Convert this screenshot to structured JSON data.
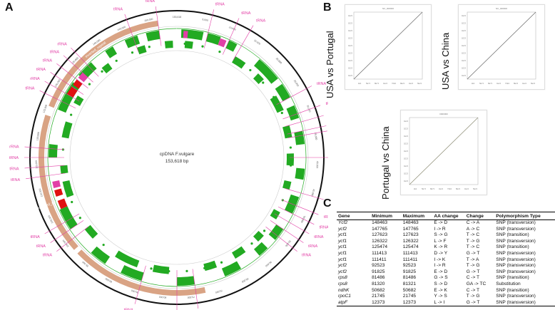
{
  "panels": {
    "a": "A",
    "b": "B",
    "c": "C"
  },
  "genome_map": {
    "title": "cpDNA F.vulgare",
    "size_label": "153,618 bp",
    "repeat_labels": [
      "inverted_repeat",
      "inverted_repeat"
    ],
    "trna_label": "tRNA",
    "rrna_label": "rRNA",
    "scale_ticks": [
      "5,000",
      "10,000",
      "15,000",
      "20,000",
      "25,000",
      "30,000",
      "35,000",
      "40,000",
      "45,000",
      "50,000",
      "55,000",
      "60,000",
      "65,000",
      "70,000",
      "75,000",
      "80,000",
      "85,000",
      "90,000",
      "95,000",
      "100,000",
      "105,000",
      "110,000",
      "115,000",
      "120,000",
      "125,000",
      "130,000",
      "135,000",
      "140,000",
      "145,000",
      "150,000",
      "153,618"
    ],
    "colors": {
      "gene": "#22aa22",
      "trna": "#e23fa6",
      "rrna": "#e01010",
      "repeat": "#d9a384",
      "ring": "#111111"
    }
  },
  "dotplots": [
    {
      "label": "USA vs Portugal",
      "xticks": [
        "1E4",
        "5E74",
        "8E73",
        "1E24",
        "70E3",
        "8E23",
        "1E24",
        "5E23"
      ],
      "yticks": [
        "1E23",
        "1E23",
        "1E23",
        "1E23",
        "1E23",
        "1E23",
        "1E23",
        "1E23",
        "1E23"
      ],
      "header": "NC_000000"
    },
    {
      "label": "USA vs China",
      "xticks": [
        "1E4",
        "5E74",
        "8E73",
        "1E24",
        "70E3",
        "8E23",
        "1E24",
        "5E23"
      ],
      "yticks": [
        "1E23",
        "1E23",
        "1E23",
        "1E23",
        "1E23",
        "1E23",
        "1E23",
        "1E23",
        "1E23"
      ],
      "header": "NC_000000"
    },
    {
      "label": "Portugal vs China",
      "xticks": [
        "1E4",
        "5E74",
        "8E73",
        "1E24",
        "70E3",
        "8E23",
        "1E24",
        "5E23"
      ],
      "yticks": [
        "1E23",
        "1E23",
        "1E23",
        "1E23",
        "1E23",
        "1E23",
        "1E23",
        "1E23",
        "1E23"
      ],
      "header": "0000000"
    }
  ],
  "snp_table": {
    "headers": [
      "Gene",
      "Minimum",
      "Maximum",
      "AA change",
      "Change",
      "Polymorphism Type"
    ],
    "rows": [
      [
        "Ycf2",
        "148463",
        "148463",
        "E -> D",
        "C -> A",
        "SNP (transversion)"
      ],
      [
        "ycf2",
        "147765",
        "147765",
        "I -> R",
        "A -> C",
        "SNP (transversion)"
      ],
      [
        "ycf1",
        "127623",
        "127623",
        "S -> G",
        "T -> C",
        "SNP (transition)"
      ],
      [
        "ycf1",
        "126322",
        "126322",
        "L -> F",
        "T -> G",
        "SNP (transversion)"
      ],
      [
        "ycf1",
        "125474",
        "125474",
        "K -> R",
        "T -> C",
        "SNP (transition)"
      ],
      [
        "ycf1",
        "111413",
        "111413",
        "D -> Y",
        "G -> T",
        "SNP (transversion)"
      ],
      [
        "ycf1",
        "111411",
        "111411",
        "I -> K",
        "T -> A",
        "SNP (transversion)"
      ],
      [
        "ycf2",
        "92523",
        "92523",
        "I -> R",
        "T -> G",
        "SNP (transversion)"
      ],
      [
        "ycf2",
        "91825",
        "91825",
        "E -> D",
        "G -> T",
        "SNP (transversion)"
      ],
      [
        "rps8",
        "81486",
        "81486",
        "G -> S",
        "C -> T",
        "SNP (transition)"
      ],
      [
        "rps8",
        "81320",
        "81321",
        "S -> D",
        "GA -> TC",
        "Substitution"
      ],
      [
        "ndhK",
        "50682",
        "50682",
        "E -> K",
        "C -> T",
        "SNP (transition)"
      ],
      [
        "rpoC1",
        "21745",
        "21745",
        "Y -> S",
        "T -> G",
        "SNP (transversion)"
      ],
      [
        "atpF",
        "12373",
        "12373",
        "L -> I",
        "G -> T",
        "SNP (transversion)"
      ]
    ]
  }
}
